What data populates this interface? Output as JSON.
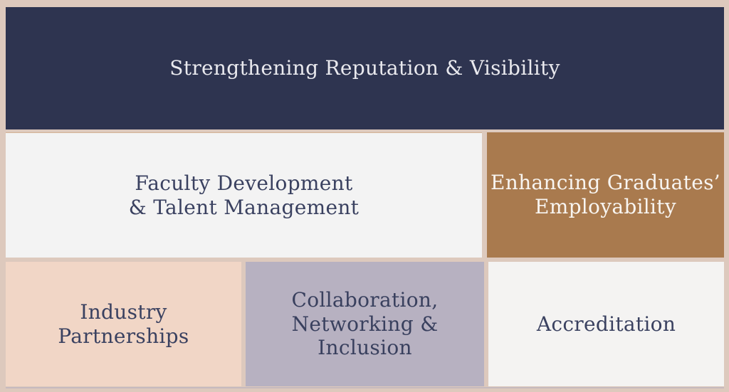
{
  "page": {
    "background_color": "#ddc9bd",
    "description": "Theme blocks treemap"
  },
  "blocks": [
    {
      "id": "strengthening-reputation-visibility",
      "lines": [
        "Strengthening Reputation & Visibility"
      ],
      "bg": "#2e3450",
      "text_color": "#e9e9ee"
    },
    {
      "id": "faculty-development-talent-management",
      "lines": [
        "Faculty Development",
        "& Talent Management"
      ],
      "bg": "#f3f3f3",
      "text_color": "#3a4160"
    },
    {
      "id": "enhancing-graduates-employability",
      "lines": [
        "Enhancing Graduates’",
        "Employability"
      ],
      "bg": "#a97a4e",
      "text_color": "#f8f5f1"
    },
    {
      "id": "industry-partnerships",
      "lines": [
        "Industry",
        "Partnerships"
      ],
      "bg": "#f1d6c6",
      "text_color": "#3a4160"
    },
    {
      "id": "collaboration-networking-inclusion",
      "lines": [
        "Collaboration,",
        "Networking & Inclusion"
      ],
      "bg": "#b7b1c1",
      "text_color": "#39405e"
    },
    {
      "id": "accreditation",
      "lines": [
        "Accreditation"
      ],
      "bg": "#f4f3f2",
      "text_color": "#3a4160"
    }
  ]
}
